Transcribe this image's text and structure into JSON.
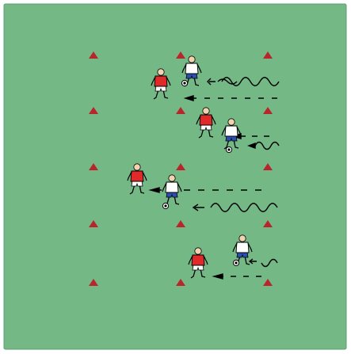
{
  "colors": {
    "pitch": "#74b886",
    "pitch_border": "#5f9e70",
    "cone": "#b8262c",
    "attacker_shirt": "#ffffff",
    "attacker_shorts": "#2a4fb0",
    "defender_shirt": "#e02a2a",
    "defender_shorts": "#ffffff",
    "skin": "#f3d2b0",
    "line": "#000000"
  },
  "cones": [
    {
      "id": "cone-col1-row1"
    },
    {
      "id": "cone-col2-row1"
    },
    {
      "id": "cone-col3-row1"
    },
    {
      "id": "cone-col1-row2"
    },
    {
      "id": "cone-col2-row2"
    },
    {
      "id": "cone-col3-row2"
    },
    {
      "id": "cone-col1-row3"
    },
    {
      "id": "cone-col2-row3"
    },
    {
      "id": "cone-col3-row3"
    },
    {
      "id": "cone-col1-row4"
    },
    {
      "id": "cone-col2-row4"
    },
    {
      "id": "cone-col3-row4"
    },
    {
      "id": "cone-col1-row5"
    },
    {
      "id": "cone-col2-row5"
    },
    {
      "id": "cone-col3-row5"
    }
  ],
  "players": {
    "attackers": 4,
    "defenders": 4
  },
  "movement": {
    "dribble_paths": 4,
    "run_paths": 4
  }
}
